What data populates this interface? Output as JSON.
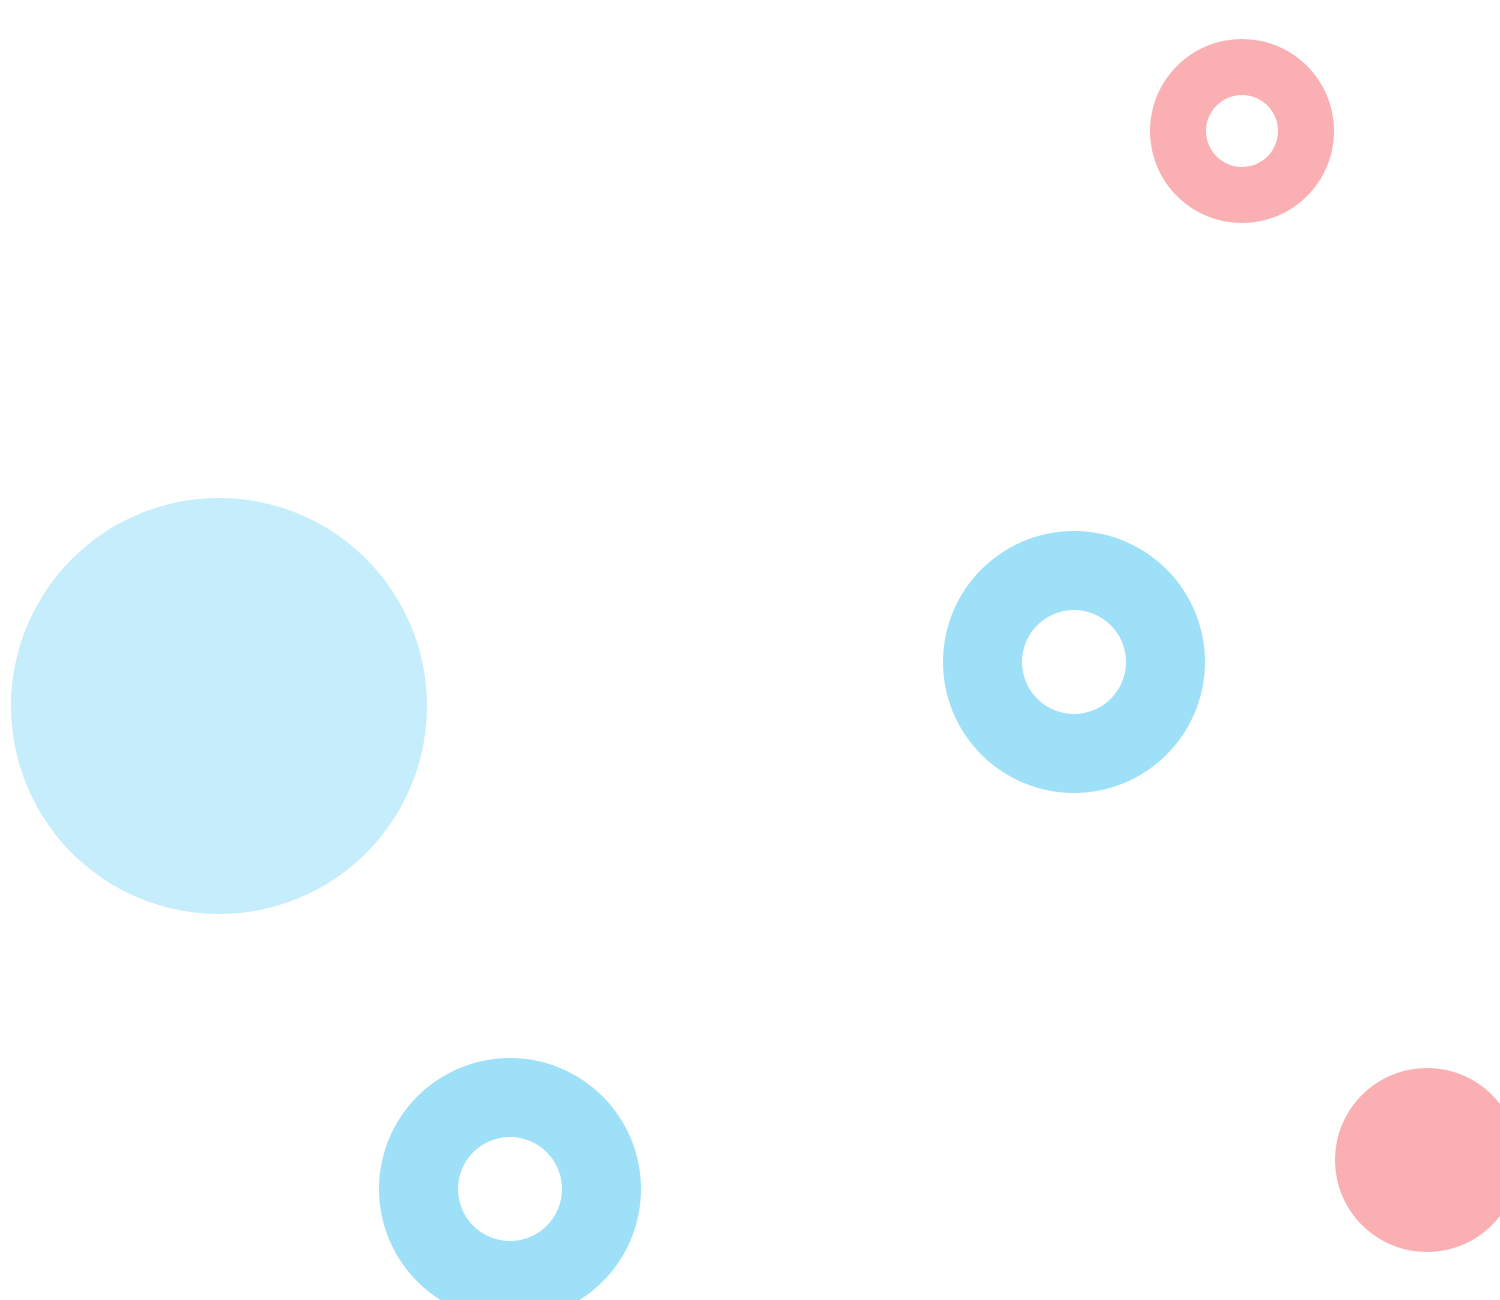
{
  "background": "#ffffff",
  "colors": {
    "pink": "#faafb3",
    "blue": "#9fe0f9",
    "light_blue": "#c5edfb",
    "hole": "#ffffff"
  },
  "shapes": [
    {
      "name": "pink-ring-top-right",
      "kind": "ring",
      "color": "pink"
    },
    {
      "name": "light-blue-disc-left",
      "kind": "disc",
      "color": "light_blue"
    },
    {
      "name": "blue-ring-center-right",
      "kind": "ring",
      "color": "blue"
    },
    {
      "name": "blue-ring-bottom",
      "kind": "ring",
      "color": "blue"
    },
    {
      "name": "pink-disc-bottom-right",
      "kind": "disc",
      "color": "pink"
    }
  ]
}
